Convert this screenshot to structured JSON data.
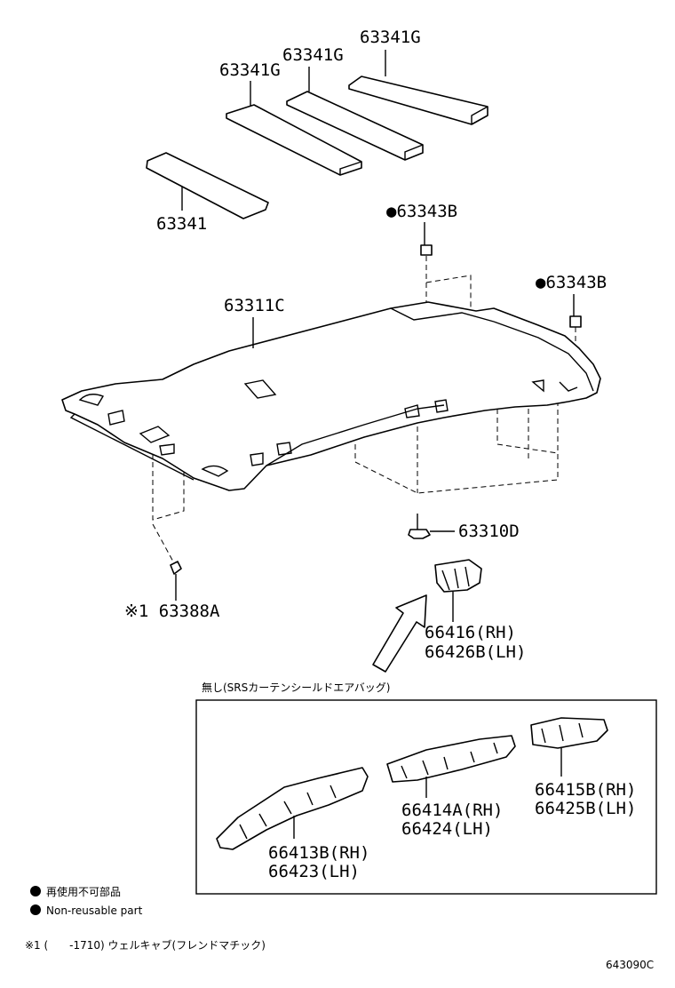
{
  "labels": {
    "p63341g_1": "63341G",
    "p63341g_2": "63341G",
    "p63341g_3": "63341G",
    "p63341": "63341",
    "p63343b_1": "●63343B",
    "p63343b_2": "●63343B",
    "p63311c": "63311C",
    "p63310d": "63310D",
    "p63388a": "※1 63388A",
    "p66416_rh": "66416(RH)",
    "p66426b_lh": "66426B(LH)",
    "p66413b_rh": "66413B(RH)",
    "p66423_lh": "66423(LH)",
    "p66414a_rh": "66414A(RH)",
    "p66424_lh": "66424(LH)",
    "p66415b_rh": "66415B(RH)",
    "p66425b_lh": "66425B(LH)"
  },
  "box_title": "無し(SRSカーテンシールドエアバッグ)",
  "legend": {
    "jp": "再使用不可部品",
    "en": "Non-reusable part"
  },
  "footnote": "※1 (　　-1710) ウェルキャブ(フレンドマチック)",
  "diagram_id": "643090C"
}
